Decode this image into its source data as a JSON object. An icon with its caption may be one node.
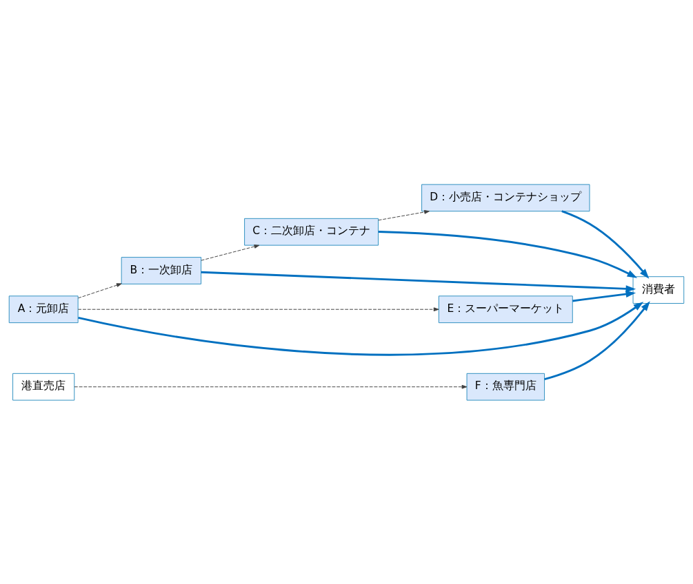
{
  "diagram": {
    "nodes": [
      {
        "text": [
          "A：元卸店"
        ]
      },
      {
        "text": [
          "B：一次卸店"
        ]
      },
      {
        "text": [
          "C：二次卸店・コンテナ"
        ]
      },
      {
        "text": [
          "D：小売店・コンテナショップ"
        ]
      },
      {
        "text": [
          "E：スーパーマーケット"
        ]
      },
      {
        "text": [
          "港直売店"
        ]
      },
      {
        "text": [
          "F：魚専門店"
        ]
      },
      {
        "text": [
          "消費者"
        ]
      }
    ],
    "edges": [
      {
        "from": 0,
        "to": 7,
        "arrow": "to"
      },
      {
        "from": 1,
        "to": 7,
        "arrow": "to"
      },
      {
        "from": 0,
        "to": 1,
        "arrow": "to",
        "style": "dashed",
        "color": "#404040"
      },
      {
        "from": 1,
        "to": 2,
        "arrow": "to",
        "style": "dashed",
        "color": "#404040"
      },
      {
        "from": 2,
        "to": 7,
        "arrow": "to"
      },
      {
        "from": 2,
        "to": 3,
        "arrow": "to",
        "style": "dashed",
        "color": "#404040"
      },
      {
        "from": 3,
        "to": 7,
        "arrow": "to"
      },
      {
        "from": 0,
        "to": 4,
        "arrow": "to",
        "style": "dashed",
        "color": "#404040"
      },
      {
        "from": 4,
        "to": 7,
        "arrow": "to"
      },
      {
        "from": 5,
        "to": 6,
        "arrow": "to",
        "style": "dashed",
        "color": "#404040"
      },
      {
        "from": 6,
        "to": 7,
        "arrow": "to"
      }
    ]
  }
}
